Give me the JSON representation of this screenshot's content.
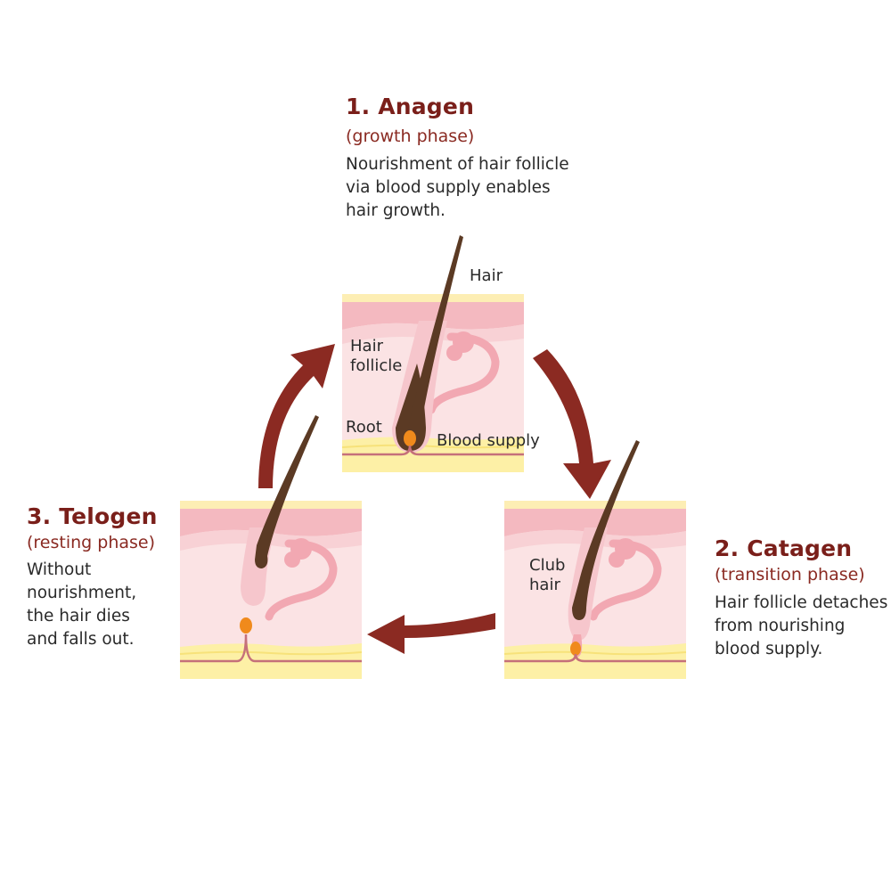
{
  "phases": [
    {
      "title": "1. Anagen",
      "subtitle": "(growth phase)",
      "description": [
        "Nourishment of hair follicle",
        "via blood supply enables",
        "hair growth."
      ]
    },
    {
      "title": "2. Catagen",
      "subtitle": "(transition phase)",
      "description": [
        "Hair follicle detaches",
        "from nourishing",
        "blood supply."
      ]
    },
    {
      "title": "3. Telogen",
      "subtitle": "(resting phase)",
      "description": [
        "Without",
        "nourishment,",
        "the hair dies",
        "and falls out."
      ]
    }
  ],
  "labels": {
    "hair": "Hair",
    "hair_follicle": [
      "Hair",
      "follicle"
    ],
    "root": "Root",
    "blood_supply": "Blood supply",
    "club_hair": [
      "Club",
      "hair"
    ]
  },
  "colors": {
    "arrow": "#8b2a22",
    "title": "#7a1f1a",
    "skin_top": "#f7cdd0",
    "skin_dermis": "#fbe3e4",
    "fat_layer": "#fdf0a6",
    "hair_shaft": "#5b3a24",
    "papilla": "#f08a1c",
    "blood_vessel": "#c5707a"
  }
}
